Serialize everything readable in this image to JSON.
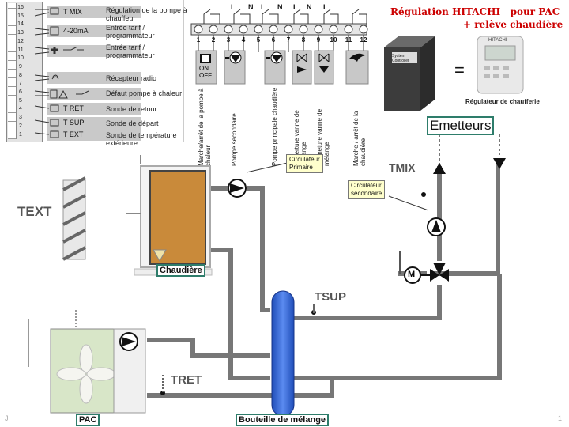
{
  "title": {
    "line1": "Régulation HITACHI   pour PAC",
    "line2": "+ relève chaudière"
  },
  "terminal_block": {
    "rows": [
      {
        "label": "T MIX",
        "desc": "Régulation de la pompe à chauffeur"
      },
      {
        "label": "",
        "desc": "Entrée tarif / programmateur"
      },
      {
        "label": "",
        "desc": "Entrée tarif / programmateur"
      },
      {
        "label": "",
        "desc": "Récepteur radio"
      },
      {
        "label": "",
        "desc": "Défaut pompe à chaleur"
      },
      {
        "label": "T RET",
        "desc": "Sonde de retour"
      },
      {
        "label": "T SUP",
        "desc": "Sonde de départ"
      },
      {
        "label": "T EXT",
        "desc": "Sonde de température extérieure"
      }
    ],
    "current_label": "4-20mA",
    "terminal_numbers": [
      "16",
      "15",
      "14",
      "13",
      "12",
      "11",
      "10",
      "9",
      "8",
      "7",
      "6",
      "5",
      "4",
      "3",
      "2",
      "1"
    ]
  },
  "top_terminals": {
    "numbers": [
      "1",
      "2",
      "3",
      "4",
      "5",
      "6",
      "7",
      "8",
      "9",
      "10",
      "11",
      "12"
    ],
    "line_labels": [
      "L",
      "N",
      "L",
      "N",
      "L",
      "N",
      "L"
    ],
    "onoff": "ON OFF",
    "outputs": [
      "Marche/arrêt de la pompe à chaleur",
      "Pompe secondaire",
      "Pompe principale chaudière",
      "Ouverture vanne de mélange",
      "Fermeture vanne de mélange",
      "Marche / arrêt de la chaudière"
    ]
  },
  "controller": {
    "device_text": "System Controller",
    "equals": "=",
    "caption": "Régulateur de chaufferie",
    "brand": "HITACHI"
  },
  "labels": {
    "emetteurs": "Emetteurs",
    "tmix": "TMIX",
    "text": "TEXT",
    "tsup": "TSUP",
    "tret": "TRET",
    "chaudiere": "Chaudière",
    "pac": "PAC",
    "bouteille": "Bouteille de mélange",
    "motor": "M",
    "callout_primary": [
      "Circulateur",
      "Primaire"
    ],
    "callout_secondary": [
      "Circulateur",
      "secondaire"
    ],
    "page_left": "J",
    "page_right": "1"
  },
  "colors": {
    "title": "#cc0000",
    "pipe": "#7a7a7a",
    "boiler": "#c98a3a",
    "bottle": "#2f63d6",
    "label_border": "#2e7d6b"
  }
}
